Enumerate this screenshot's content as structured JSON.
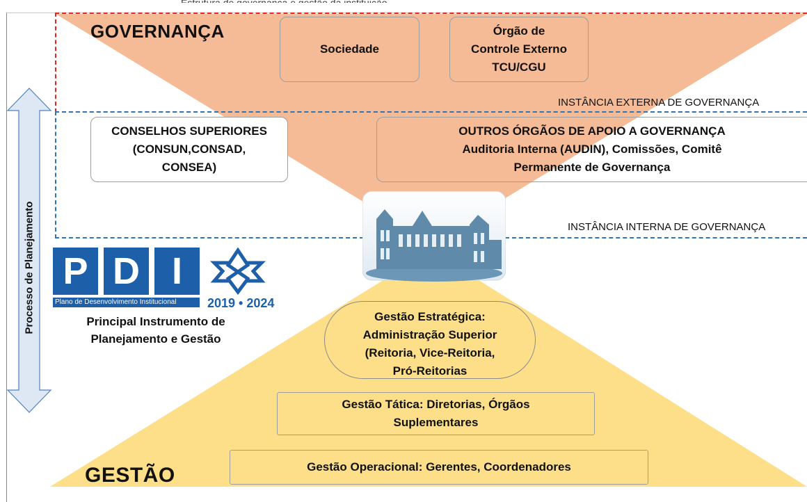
{
  "top_cut_text": "Estrutura de governança e gestão da instituição",
  "process_label": "Processo de Planejamento",
  "governance": {
    "title": "GOVERNANÇA",
    "boxes": {
      "society": "Sociedade",
      "external_control": [
        "Órgão de",
        "Controle Externo",
        "TCU/CGU"
      ]
    },
    "external_instance": "INSTÂNCIA EXTERNA DE GOVERNANÇA",
    "councils": [
      "CONSELHOS SUPERIORES",
      "(CONSUN,CONSAD,",
      "CONSEA)"
    ],
    "support": [
      "OUTROS ÓRGÃOS DE APOIO A GOVERNANÇA",
      "Auditoria Interna (AUDIN), Comissões, Comitê",
      "Permanente de Governança"
    ],
    "internal_instance": "INSTÂNCIA INTERNA DE GOVERNANÇA"
  },
  "pdi": {
    "letters": [
      "P",
      "D",
      "I"
    ],
    "subtitle": "Plano de Desenvolvimento Institucional",
    "years": "2019 • 2024",
    "caption": [
      "Principal Instrumento de",
      "Planejamento e Gestão"
    ]
  },
  "management": {
    "title": "GESTÃO",
    "strategic": [
      "Gestão Estratégica:",
      "Administração Superior",
      "(Reitoria, Vice-Reitoria,",
      "Pró-Reitorias"
    ],
    "tactical": [
      "Gestão Tática: Diretorias, Órgãos",
      "Suplementares"
    ],
    "operational": "Gestão Operacional: Gerentes, Coordenadores"
  },
  "colors": {
    "governance_fill": "#f4b790",
    "management_fill": "#fddf8a",
    "arrow_fill": "#dde8f4",
    "arrow_stroke": "#4f81bd",
    "pdi_blue": "#1d5fa8",
    "external_dash": "#e32626",
    "internal_dash": "#2e75b6"
  }
}
